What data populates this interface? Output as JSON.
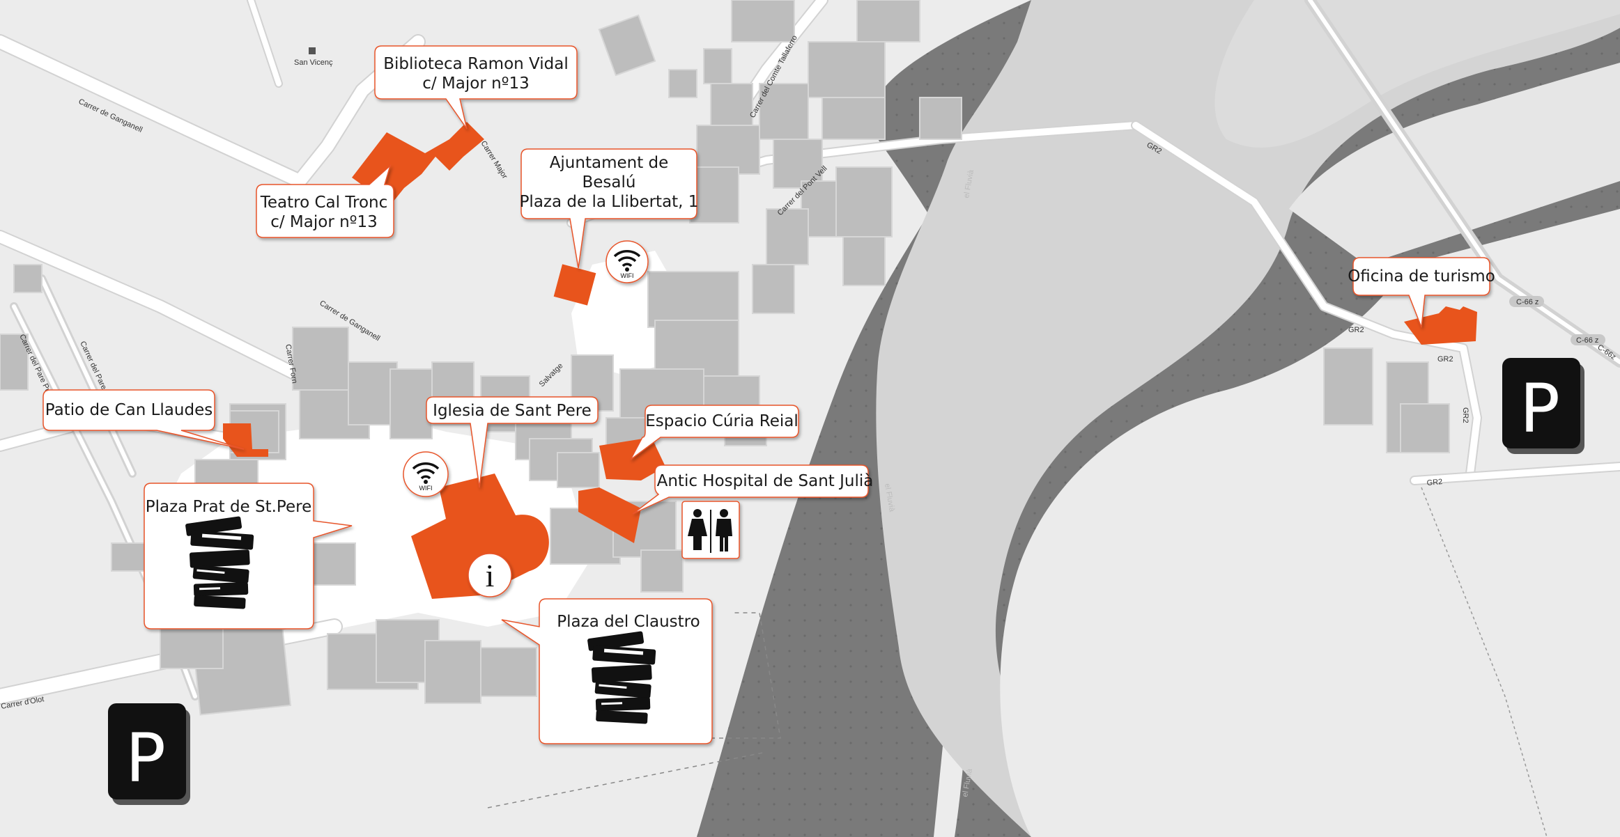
{
  "callouts": {
    "biblioteca": [
      "Biblioteca Ramon Vidal",
      "c/ Major nº13"
    ],
    "teatro": [
      "Teatro Cal Tronc",
      "c/ Major nº13"
    ],
    "ajuntament": [
      "Ajuntament de",
      "Besalú",
      "Plaza de la Llibertat, 1"
    ],
    "oficina": "Oficina de turismo",
    "patio": "Patio de Can Llaudes",
    "iglesia": "Iglesia de Sant Pere",
    "curia": "Espacio Cúria Reial",
    "hospital": "Antic Hospital de Sant Julià",
    "plaza_prat": "Plaza Prat de St.Pere",
    "plaza_claustro": "Plaza del Claustro"
  },
  "streets": {
    "san_vicenc": "San Vicenç",
    "ganganell_1": "Carrer de Ganganell",
    "ganganell_2": "Carrer de Ganganell",
    "major": "Carrer Major",
    "comte_tallaferro": "Carrer del Comte Tallaferro",
    "pont_vell": "Carrer del Pont Vell",
    "forn": "Carrer Forn",
    "pare_1": "Carrer del Pare",
    "pare_2": "Carrer del Pare Pu",
    "salvatge": "Salvatge",
    "olot": "Carrer d'Olot",
    "gr2_a": "GR2",
    "gr2_b": "GR2",
    "gr2_c": "GR2",
    "gr2_d": "GR2",
    "gr2_e": "GR2",
    "c66_a": "C-66 z",
    "c66_b": "C-66 z",
    "c66_c": "C-66z",
    "river_1": "el Fluvià",
    "river_2": "el Fluvià",
    "river_3": "el Fluvià"
  },
  "icons": {
    "wifi_label": "WIFI",
    "info_letter": "i",
    "parking_letter": "P"
  },
  "colors": {
    "accent": "#e8541c",
    "river": "#d4d4d4",
    "ground_dark": "#7a7a7a",
    "land": "#ececec",
    "building": "#bdbdbd",
    "parking_bg": "#111111"
  }
}
